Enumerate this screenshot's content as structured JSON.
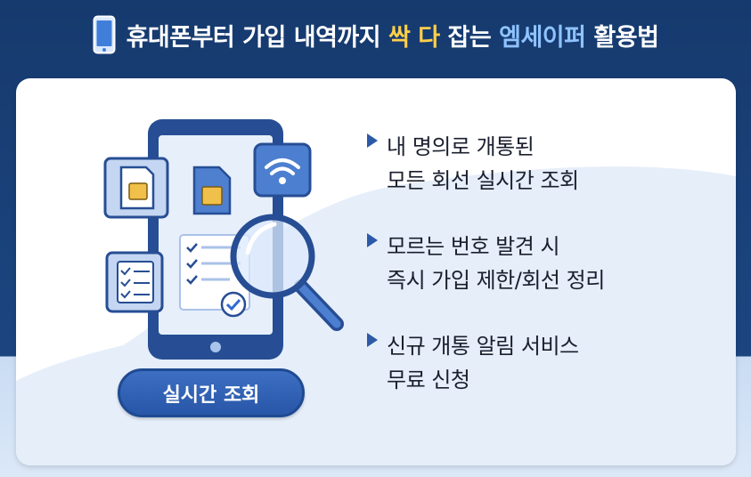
{
  "header": {
    "title_part1": "휴대폰부터 가입 내역까지",
    "title_highlight1": "싹 다",
    "title_part2": "잡는",
    "title_highlight2": "엠세이퍼",
    "title_part3": "활용법",
    "icon": "smartphone-icon",
    "colors": {
      "background": "#163a6e",
      "highlight_yellow": "#ffcf4a",
      "highlight_blue": "#8fc3ff"
    }
  },
  "illustration": {
    "icons": [
      "smartphone-icon",
      "sim-card-icon",
      "wifi-icon",
      "checklist-icon",
      "magnifier-icon",
      "check-circle-icon"
    ]
  },
  "button": {
    "label": "실시간 조회",
    "color": "#2c5aa8"
  },
  "features": [
    {
      "line1": "내 명의로 개통된",
      "line2": "모든 회선 실시간 조회"
    },
    {
      "line1": "모르는 번호 발견 시",
      "line2": "즉시 가입 제한/회선 정리"
    },
    {
      "line1": "신규 개통 알림 서비스",
      "line2": "무료 신청"
    }
  ]
}
